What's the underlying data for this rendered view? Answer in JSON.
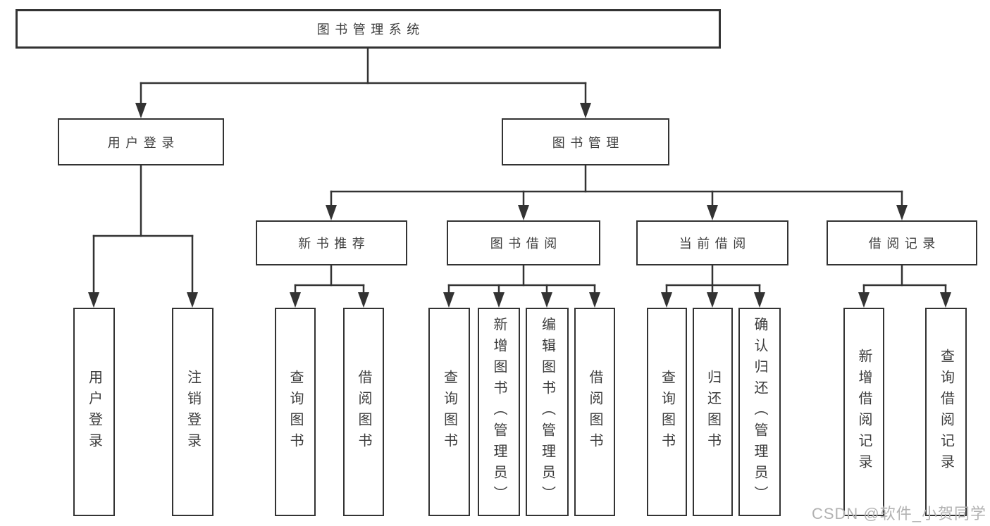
{
  "diagram": {
    "root": {
      "label": "图书管理系统"
    },
    "level2": [
      {
        "label": "用户登录"
      },
      {
        "label": "图书管理"
      }
    ],
    "level3": [
      {
        "label": "新书推荐"
      },
      {
        "label": "图书借阅"
      },
      {
        "label": "当前借阅"
      },
      {
        "label": "借阅记录"
      }
    ],
    "leaves": {
      "user_login": [
        "用户登录",
        "注销登录"
      ],
      "new_book_recommendation": [
        "查询图书",
        "借阅图书"
      ],
      "book_borrowing": [
        "查询图书",
        "新增图书（管理员）",
        "编辑图书（管理员）",
        "借阅图书"
      ],
      "current_borrowing": [
        "查询图书",
        "归还图书",
        "确认归还（管理员）"
      ],
      "borrowing_records": [
        "新增借阅记录",
        "查询借阅记录"
      ]
    }
  },
  "watermark": "CSDN @软件_小贺同学",
  "colors": {
    "line": "#333333",
    "text": "#3c3c3c",
    "watermark": "#b2b2b2",
    "background": "#ffffff"
  }
}
